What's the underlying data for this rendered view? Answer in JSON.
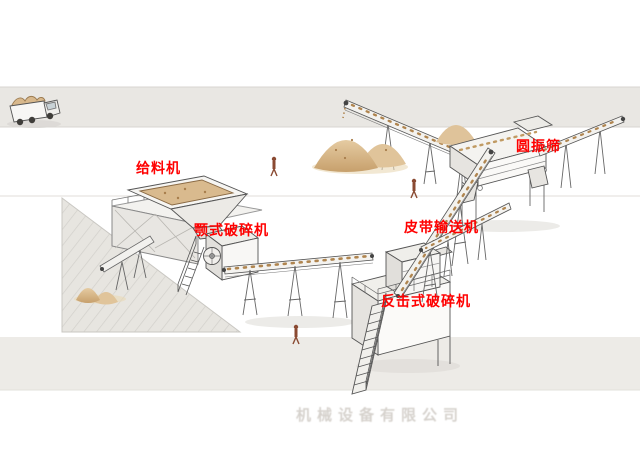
{
  "labels": [
    {
      "id": "feeder",
      "text": "给料机"
    },
    {
      "id": "jaw-crusher",
      "text": "颚式破碎机"
    },
    {
      "id": "belt-conveyor",
      "text": "皮带输送机"
    },
    {
      "id": "vibrating-screen",
      "text": "圆振筛"
    },
    {
      "id": "impact-crusher",
      "text": "反击式破碎机"
    }
  ],
  "watermark": {
    "text": "机械设备有限公司"
  },
  "colors": {
    "label_red": "#ff0000",
    "sand": "#d8b88c",
    "ground_band": "#e9e7e3",
    "outline": "#555555",
    "background": "#ffffff"
  }
}
